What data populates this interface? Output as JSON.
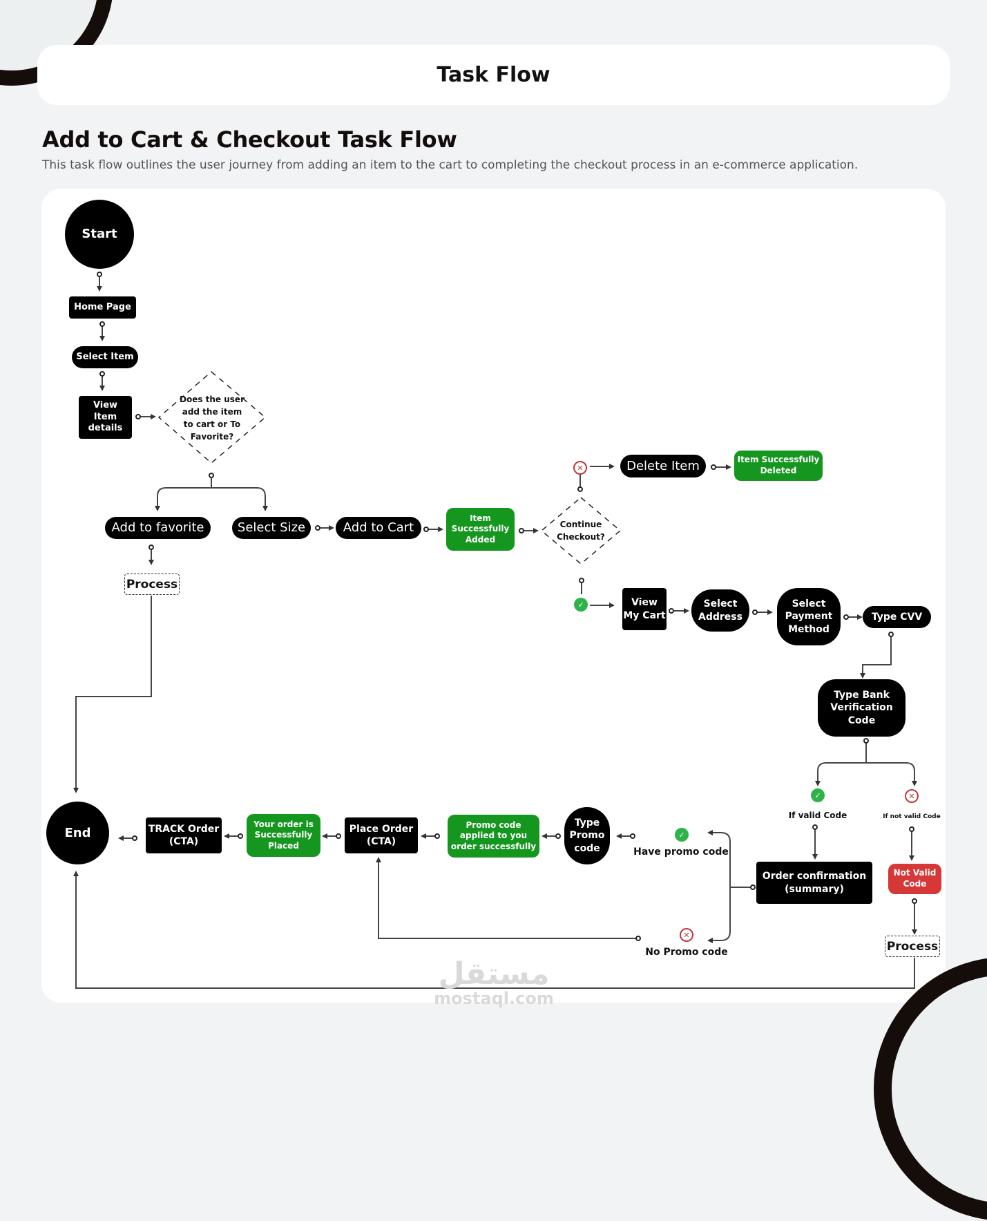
{
  "header": {
    "title": "Task Flow"
  },
  "section": {
    "title": "Add to Cart & Checkout Task Flow",
    "description": "This task flow outlines the user journey from adding an item to the cart to completing the checkout process in an e-commerce application."
  },
  "colors": {
    "terminal": "#000000",
    "success": "#15961f",
    "error": "#d63838",
    "ok_badge": "#2eb24a",
    "no_badge": "#c0363c"
  },
  "nodes": {
    "start": "Start",
    "home_page": "Home Page",
    "select_item": "Select Item",
    "view_item_details": "View Item details",
    "decision_cart_or_favorite": "Does the user add the item to cart or To Favorite?",
    "add_to_favorite": "Add to favorite",
    "process_favorite": "Process",
    "select_size": "Select Size",
    "add_to_cart": "Add to Cart",
    "item_added": "Item Successfully Added",
    "decision_continue": "Continue Checkout?",
    "delete_item": "Delete Item",
    "item_deleted": "Item Successfully Deleted",
    "view_my_cart": "View My Cart",
    "select_address": "Select Address",
    "select_payment": "Select Payment Method",
    "type_cvv": "Type CVV",
    "type_bank_code": "Type Bank Verification Code",
    "if_valid_code": "If valid Code",
    "if_not_valid_code": "If not valid Code",
    "not_valid_code": "Not Valid Code",
    "process_invalid": "Process",
    "order_confirmation": "Order confirmation (summary)",
    "have_promo": "Have promo code",
    "no_promo": "No Promo code",
    "type_promo": "Type Promo code",
    "promo_applied": "Promo code applied to you order successfully",
    "place_order": "Place Order (CTA)",
    "order_placed": "Your order is Successfully Placed",
    "track_order": "TRACK Order (CTA)",
    "end": "End"
  },
  "badges": {
    "ok": "✓",
    "no": "✕"
  },
  "watermark": {
    "arabic": "مستقل",
    "latin": "mostaql.com"
  }
}
